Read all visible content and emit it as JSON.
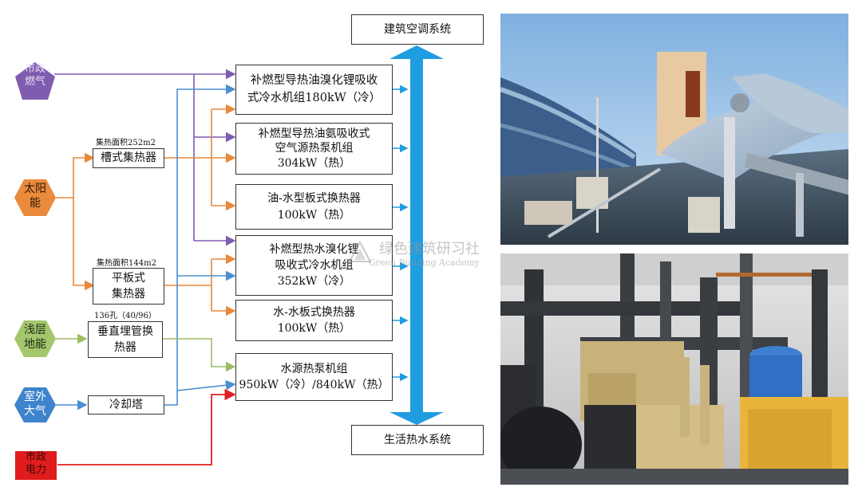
{
  "sources": {
    "gas": "市政\n燃气",
    "solar": "太阳\n能",
    "shallow": "浅层\n地能",
    "air": "室外\n大气",
    "power": "市政\n电力"
  },
  "collectors": {
    "trough": "槽式集热器",
    "trough_area": "集热面积252m2",
    "flat": "平板式\n集热器",
    "flat_area": "集热面积144m2",
    "borehole": "垂直埋管换\n热器",
    "borehole_count": "136孔（40/96）",
    "tower": "冷却塔"
  },
  "units": [
    "补燃型导热油溴化锂吸收\n式冷水机组180kW（冷）",
    "补燃型导热油氨吸收式\n空气源热泵机组\n304kW（热）",
    "油-水型板式换热器\n100kW（热）",
    "补燃型热水溴化锂\n吸收式冷水机组\n352kW（冷）",
    "水-水板式换热器\n100kW（热）",
    "水源热泵机组\n950kW（冷）/840kW（热）"
  ],
  "outputs": {
    "hvac": "建筑空调系统",
    "hotwater": "生活热水系统"
  },
  "watermark": {
    "cn": "绿色建筑研习社",
    "en": "Green Building Academy"
  },
  "colors": {
    "purple": "#7f5cb0",
    "orange": "#e8883a",
    "blue": "#4a8fd0",
    "green": "#9bbd66",
    "red": "#e02020",
    "cyan": "#1f9de0"
  }
}
